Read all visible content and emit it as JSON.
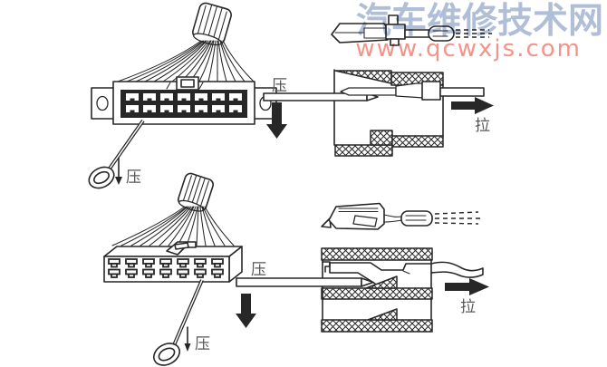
{
  "watermark": {
    "site_name": "汽车维修技术网",
    "site_url": "www.qcwxjs.com",
    "site_name_color": "#b0bed7",
    "site_url_color": "#f2948a"
  },
  "labels": {
    "press": "压",
    "pull": "拉"
  },
  "diagram": {
    "ink_color": "#272727",
    "label_color": "#565656",
    "background": "#ffffff"
  }
}
